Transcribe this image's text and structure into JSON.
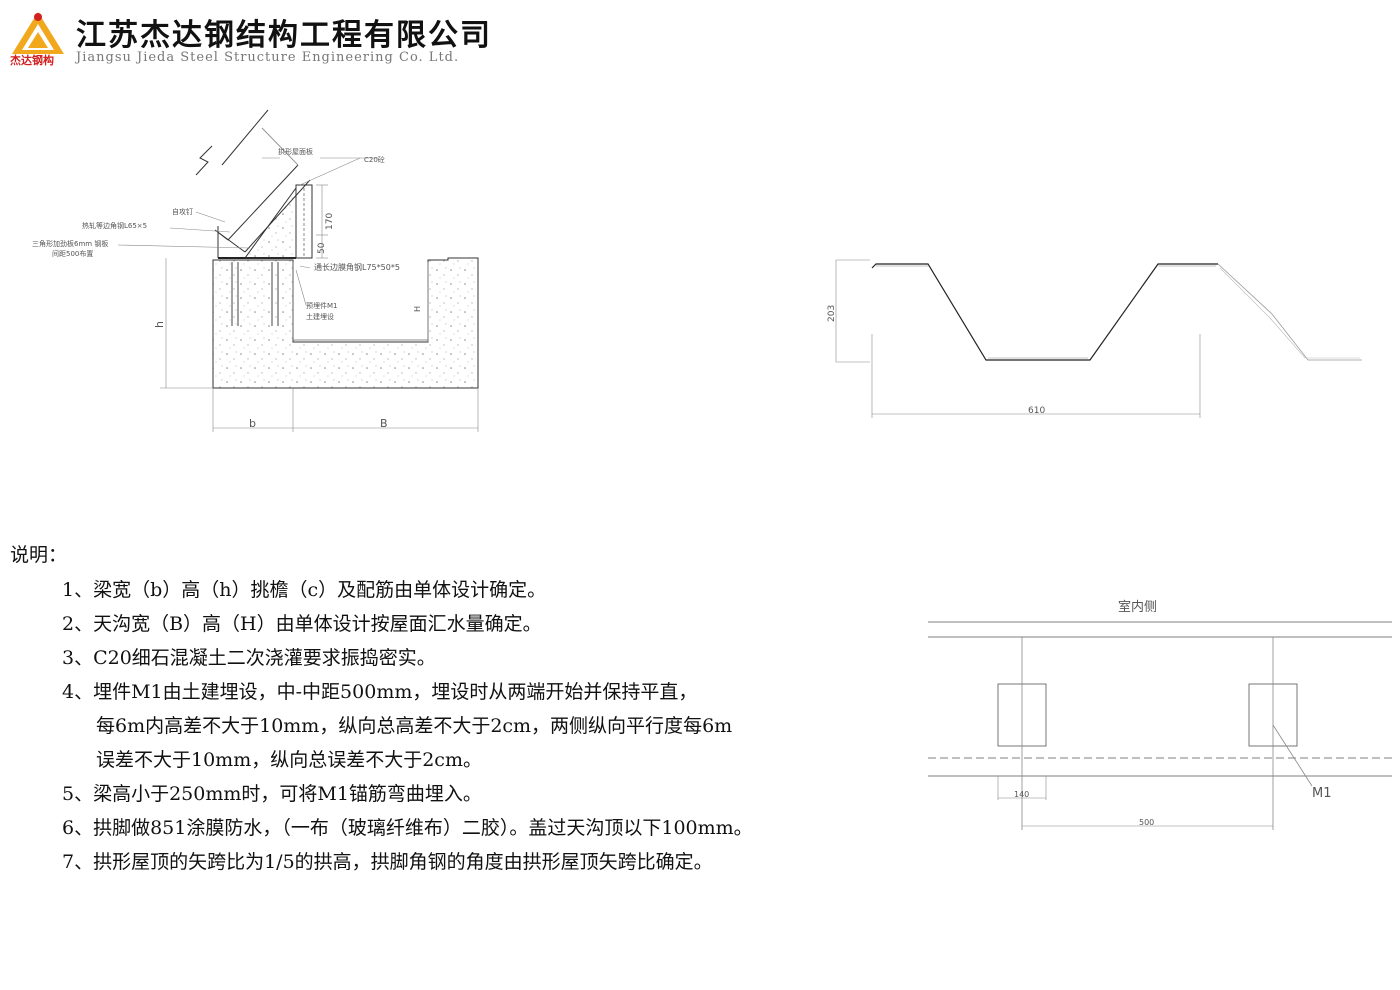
{
  "header": {
    "company_cn": "江苏杰达钢结构工程有限公司",
    "company_en": "Jiangsu Jieda Steel Structure Engineering Co. Ltd.",
    "logo_caption": "杰达钢构",
    "brand_color": "#d02020",
    "logo_accent": "#f2a81d"
  },
  "detail_section": {
    "labels": {
      "roof_panel": "拱形屋面板",
      "c20": "C20砼",
      "self_tapping": "自攻钉",
      "angle_l65": "热轧等边角钢L65×5",
      "triangle_plate": "三角形加劲板6mm 钢板",
      "spacing": "间距500布置",
      "dim_170": "170",
      "dim_50": "50",
      "angle_75": "通长边膜角钢L75*50*5",
      "embed_m1": "预埋件M1",
      "civil": "土建埋设",
      "H": "H",
      "h": "h",
      "b": "b",
      "B": "B"
    }
  },
  "profile_section": {
    "height": "203",
    "width": "610"
  },
  "plan_section": {
    "indoor": "室内侧",
    "m1": "M1",
    "d140": "140",
    "d500": "500"
  },
  "notes": {
    "title": "说明：",
    "n1": "1、梁宽（b）高（h）挑檐（c）及配筋由单体设计确定。",
    "n2": "2、天沟宽（B）高（H）由单体设计按屋面汇水量确定。",
    "n3": "3、C20细石混凝土二次浇灌要求振捣密实。",
    "n4a": "4、埋件M1由土建埋设，中-中距500mm，埋设时从两端开始并保持平直，",
    "n4b": "每6m内高差不大于10mm，纵向总高差不大于2cm，两侧纵向平行度每6m",
    "n4c": "误差不大于10mm，纵向总误差不大于2cm。",
    "n5": "5、梁高小于250mm时，可将M1锚筋弯曲埋入。",
    "n6": "6、拱脚做851涂膜防水，（一布（玻璃纤维布）二胶）。盖过天沟顶以下100mm。",
    "n7": "7、拱形屋顶的矢跨比为1/5的拱高，拱脚角钢的角度由拱形屋顶矢跨比确定。"
  }
}
